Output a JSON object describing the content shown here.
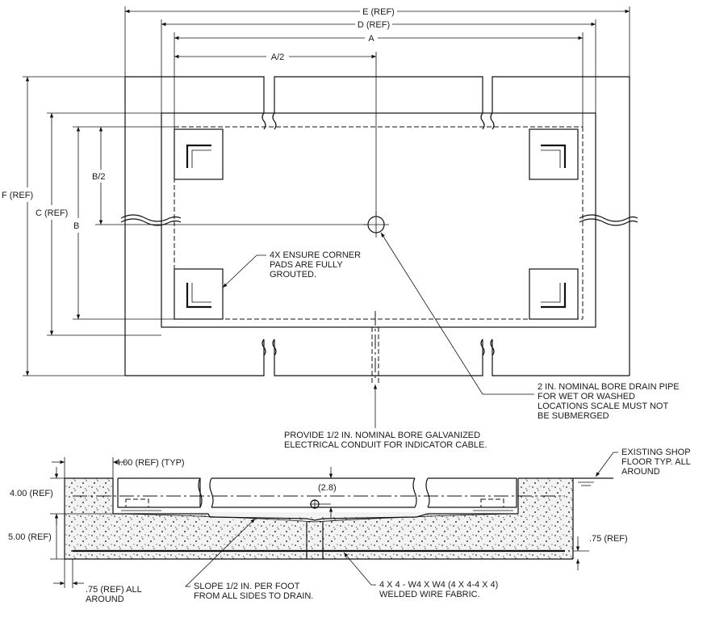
{
  "plan": {
    "dims": {
      "e_ref": "E (REF)",
      "d_ref": "D (REF)",
      "a": "A",
      "a_half": "A/2",
      "f_ref": "F (REF)",
      "c_ref": "C (REF)",
      "b": "B",
      "b_half": "B/2"
    },
    "corner_note": [
      "4X ENSURE CORNER",
      "PADS ARE FULLY",
      "GROUTED."
    ],
    "drain_note": [
      "2 IN. NOMINAL BORE DRAIN PIPE",
      "FOR WET OR WASHED",
      "LOCATIONS SCALE MUST NOT",
      "BE SUBMERGED"
    ],
    "conduit_note": [
      "PROVIDE 1/2 IN. NOMINAL BORE GALVANIZED",
      "ELECTRICAL CONDUIT FOR INDICATOR CABLE."
    ]
  },
  "section": {
    "dim_400_typ": "4.00 (REF) (TYP)",
    "dim_400": "4.00 (REF)",
    "dim_500": "5.00 (REF)",
    "dim_28": "(2.8)",
    "dim_75": ".75 (REF)",
    "dim_75_around": [
      ".75 (REF) ALL",
      "AROUND"
    ],
    "floor_note": [
      "EXISTING SHOP",
      "FLOOR TYP. ALL",
      "AROUND"
    ],
    "slope_note": [
      "SLOPE 1/2 IN. PER FOOT",
      "FROM ALL SIDES TO DRAIN."
    ],
    "wire_note": [
      "4 X 4 - W4 X W4 (4 X 4-4 X 4)",
      "WELDED WIRE FABRIC."
    ]
  }
}
